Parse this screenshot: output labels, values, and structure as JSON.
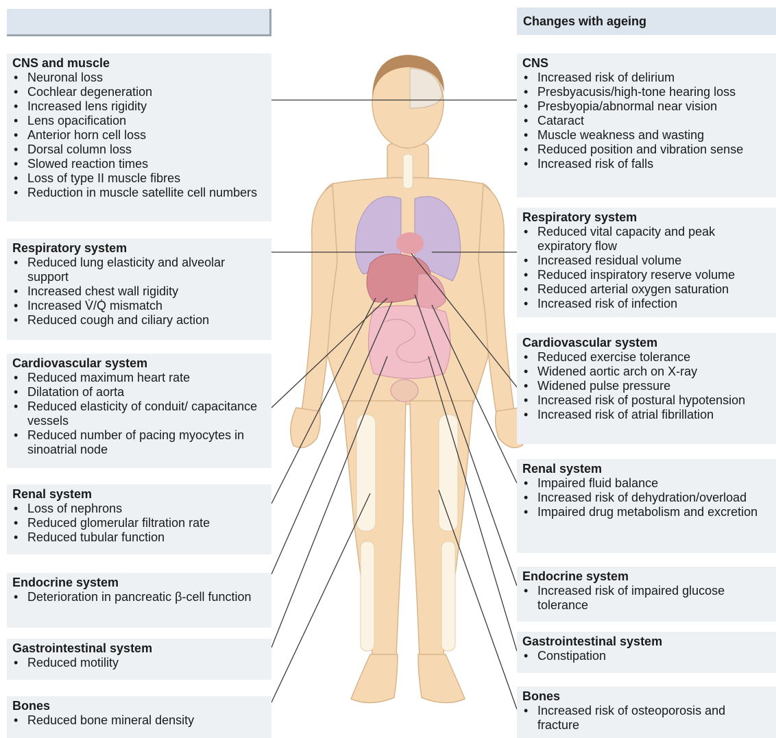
{
  "header": {
    "left_title": "",
    "right_title": "Changes with ageing"
  },
  "left_panels": [
    {
      "title": "CNS and muscle",
      "items": [
        "Neuronal loss",
        "Cochlear degeneration",
        "Increased lens rigidity",
        "Lens opacification",
        "Anterior horn cell loss",
        "Dorsal column loss",
        "Slowed reaction times",
        "Loss of type II muscle fibres",
        "Reduction in muscle satellite cell numbers"
      ]
    },
    {
      "title": "Respiratory system",
      "items": [
        "Reduced lung elasticity and alveolar support",
        "Increased chest wall rigidity",
        "Increased V̇/Q̇ mismatch",
        "Reduced cough and ciliary action"
      ]
    },
    {
      "title": "Cardiovascular system",
      "items": [
        "Reduced maximum heart rate",
        "Dilatation of aorta",
        "Reduced elasticity of conduit/ capacitance vessels",
        "Reduced number of pacing myocytes in sinoatrial node"
      ]
    },
    {
      "title": "Renal system",
      "items": [
        "Loss of nephrons",
        "Reduced glomerular filtration rate",
        "Reduced tubular function"
      ]
    },
    {
      "title": "Endocrine system",
      "items": [
        "Deterioration in pancreatic β-cell function"
      ]
    },
    {
      "title": "Gastrointestinal system",
      "items": [
        "Reduced motility"
      ]
    },
    {
      "title": "Bones",
      "items": [
        "Reduced bone mineral density"
      ]
    }
  ],
  "right_panels": [
    {
      "title": "CNS",
      "items": [
        "Increased risk of delirium",
        "Presbyacusis/high-tone hearing loss",
        "Presbyopia/abnormal near vision",
        "Cataract",
        "Muscle weakness and wasting",
        "Reduced position and vibration sense",
        "Increased risk of falls"
      ]
    },
    {
      "title": "Respiratory system",
      "items": [
        "Reduced vital capacity and peak expiratory flow",
        "Increased residual volume",
        "Reduced inspiratory reserve volume",
        "Reduced arterial oxygen saturation",
        "Increased risk of infection"
      ]
    },
    {
      "title": "Cardiovascular system",
      "items": [
        "Reduced exercise tolerance",
        "Widened aortic arch on X-ray",
        "Widened pulse pressure",
        "Increased risk of postural hypotension",
        "Increased risk of atrial fibrillation"
      ]
    },
    {
      "title": "Renal system",
      "items": [
        "Impaired fluid balance",
        "Increased risk of dehydration/overload",
        "Impaired drug metabolism and excretion"
      ]
    },
    {
      "title": "Endocrine system",
      "items": [
        "Increased risk of impaired glucose tolerance"
      ]
    },
    {
      "title": "Gastrointestinal system",
      "items": [
        "Constipation"
      ]
    },
    {
      "title": "Bones",
      "items": [
        "Increased risk of osteoporosis and fracture"
      ]
    }
  ],
  "colors": {
    "panel_bg": "#edf1f4",
    "header_bg": "#dde6ee",
    "skin": "#f6d9b3",
    "lung": "#cbb8da",
    "liver": "#d88a93",
    "intestine": "#f2bfc8",
    "bone": "#fbf3e4",
    "leader_line": "#3a3a3a"
  }
}
